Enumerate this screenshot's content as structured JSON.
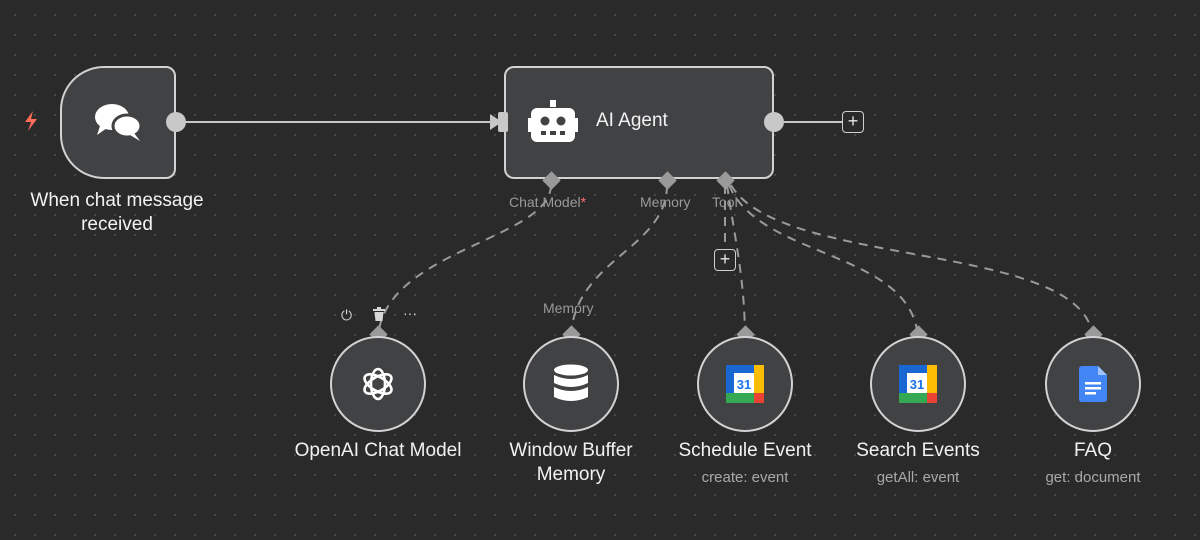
{
  "nodes": {
    "trigger": {
      "title_line1": "When chat message",
      "title_line2": "received",
      "icon": "chat-bubbles-icon"
    },
    "agent": {
      "title": "AI Agent",
      "icon": "robot-icon"
    },
    "openai": {
      "title": "OpenAI Chat Model",
      "icon": "openai-icon"
    },
    "memory": {
      "title_line1": "Window Buffer",
      "title_line2": "Memory",
      "input_label": "Memory",
      "icon": "database-icon"
    },
    "schedule": {
      "title": "Schedule Event",
      "subtitle": "create: event",
      "icon": "google-calendar-icon",
      "day": "31"
    },
    "search": {
      "title": "Search Events",
      "subtitle": "getAll: event",
      "icon": "google-calendar-icon",
      "day": "31"
    },
    "faq": {
      "title": "FAQ",
      "subtitle": "get: document",
      "icon": "google-docs-icon"
    }
  },
  "connectors": {
    "chat_model": "Chat Model",
    "chat_model_required": "*",
    "memory": "Memory",
    "tool": "Tool"
  },
  "buttons": {
    "add": "+"
  },
  "node_toolbar": {
    "power_icon": "⏻",
    "delete_icon": "trash-icon",
    "more_icon": "···"
  },
  "colors": {
    "canvas": "#2a2a2a",
    "node_fill": "#414244",
    "node_border": "#d2d2d2",
    "trigger_bolt": "#ff6d5a",
    "calendar_blue": "#4285f4",
    "docs_blue": "#4285f4"
  }
}
